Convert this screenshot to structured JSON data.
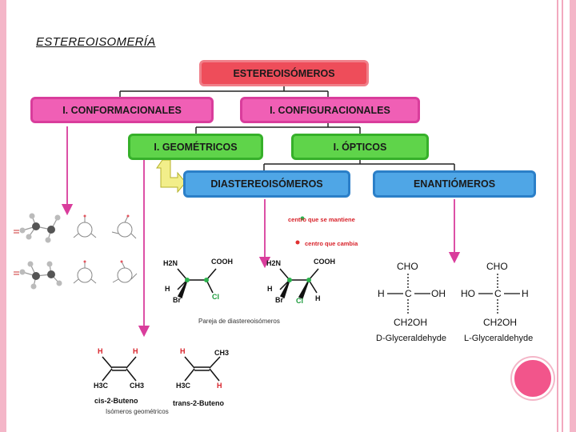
{
  "title": "ESTEREOISOMERÍA",
  "nodes": {
    "root": "ESTEREOISÓMEROS",
    "conformacionales": "I. CONFORMACIONALES",
    "configuracionales": "I. CONFIGURACIONALES",
    "geometricos": "I. GEOMÉTRICOS",
    "opticos": "I. ÓPTICOS",
    "diastereoisomeros": "DIASTEREOISÓMEROS",
    "enantiomeros": "ENANTIÓMEROS"
  },
  "diastereo_example": {
    "mol1": {
      "top_left": "H2N",
      "top_right": "COOH",
      "bot_left1": "H",
      "bot_left2": "Br",
      "bot_right": "Cl"
    },
    "mol2": {
      "top_left": "H2N",
      "top_right": "COOH",
      "bot_left1": "H",
      "bot_left2": "Br",
      "bot_right1": "Cl",
      "bot_right2": "H"
    },
    "legend_kept": "centro que se mantiene",
    "legend_changed": "centro que cambia",
    "caption": "Pareja de diastereoisómeros"
  },
  "geometric_example": {
    "cis": {
      "h_left": "H",
      "h_right": "H",
      "ch3_left": "H3C",
      "ch3_right": "CH3",
      "name": "cis-2-Buteno"
    },
    "trans": {
      "h_left": "H",
      "ch3_top": "CH3",
      "ch3_bottom": "H3C",
      "h_bottom": "H",
      "name": "trans-2-Buteno"
    },
    "caption": "Isómeros geométricos"
  },
  "enantiomer_example": {
    "d": {
      "top": "CHO",
      "left": "H",
      "center": "C",
      "right": "OH",
      "bottom": "CH2OH",
      "name": "D-Glyceraldehyde"
    },
    "l": {
      "top": "CHO",
      "left": "HO",
      "center": "C",
      "right": "H",
      "bottom": "CH2OH",
      "name": "L-Glyceraldehyde"
    }
  },
  "colors": {
    "border_pink": "#f4b6c8",
    "red_node": "#ee4d5a",
    "magenta_node": "#f05fb5",
    "green_node": "#5fd44a",
    "blue_node": "#4fa6e6",
    "arrow_pink": "#d93d9c",
    "accent_dot": "#f2558b"
  }
}
